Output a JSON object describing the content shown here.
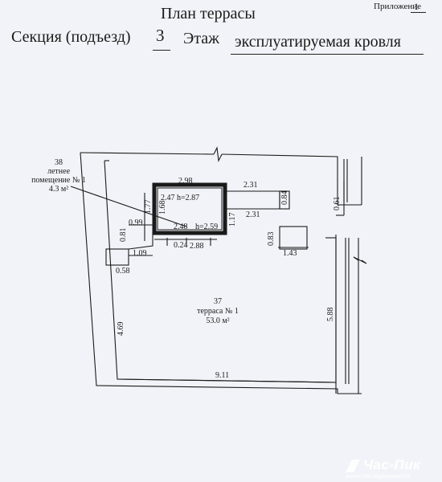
{
  "header": {
    "appendix_label": "Приложение",
    "appendix_number": "1",
    "title": "План террасы",
    "section_label": "Секция (подъезд)",
    "section_value": "3",
    "floor_label": "Этаж",
    "floor_value": "эксплуатируемая кровля"
  },
  "rooms": {
    "summer_room": {
      "number": "38",
      "name_line1": "летнее",
      "name_line2": "помещение № 1",
      "area": "4.3 м²"
    },
    "terrace": {
      "number": "37",
      "name": "терраса № 1",
      "area": "53.0 м²"
    }
  },
  "dimensions": {
    "d_298": "2.98",
    "d_231_top": "2.31",
    "d_247_h287": "2.47 h=2.87",
    "d_084": "0.84",
    "d_061": "0.61",
    "d_168": "1.68",
    "d_177": "1.77",
    "d_117": "1.17",
    "d_231_mid": "2.31",
    "d_099": "0.99",
    "d_248": "2.48",
    "d_h259": "h=2.59",
    "d_081": "0.81",
    "d_083": "0.83",
    "d_024": "0.24",
    "d_288": "2.88",
    "d_109": "1.09",
    "d_143": "1.43",
    "d_058": "0.58",
    "d_469": "4.69",
    "d_588": "5.88",
    "d_911": "9.11"
  },
  "watermark": {
    "brand": "Час-Пик",
    "tagline": "агентство недвижимости"
  },
  "colors": {
    "paper": "#f2f3f8",
    "ink": "#1a1a1a"
  }
}
